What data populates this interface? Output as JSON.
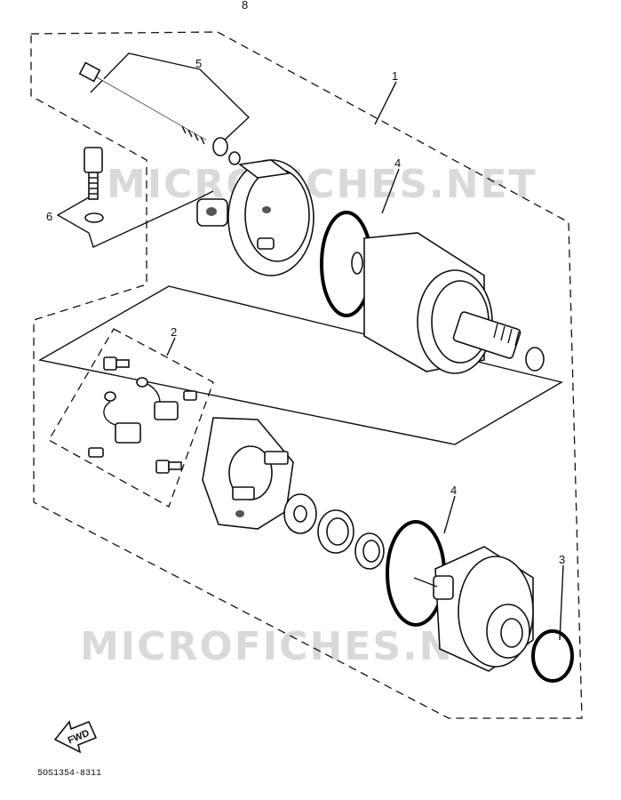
{
  "callouts": {
    "c1": "1",
    "c2": "2",
    "c3": "3",
    "c4a": "4",
    "c4b": "4",
    "c5": "5",
    "c6": "6"
  },
  "top_mark": "8",
  "watermark": {
    "upper": "MICROFICHES.NET",
    "lower": "MICROFICHES.NET"
  },
  "fwd_label": "FWD",
  "diagram_code": "5OS1354-8311",
  "colors": {
    "ink": "#111111",
    "paper": "#ffffff",
    "watermark": "#d9d9d9"
  }
}
